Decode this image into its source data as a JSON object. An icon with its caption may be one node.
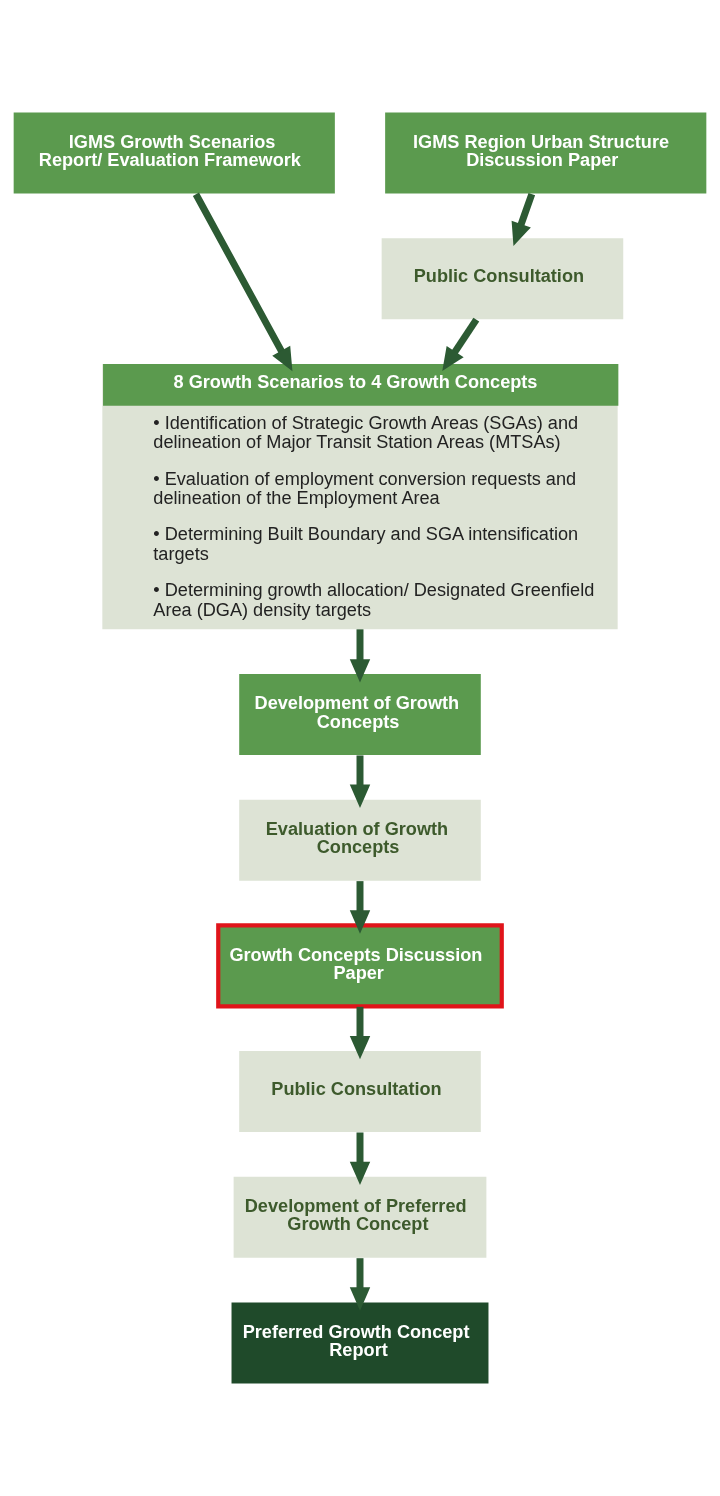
{
  "diagram": {
    "nodes": [
      {
        "text": [
          "IGMS Growth Scenarios Report/ Evaluation Framework"
        ]
      },
      {
        "text": [
          "IGMS Region Urban Structure Discussion Paper"
        ]
      },
      {
        "text": [
          "Public Consultation"
        ]
      },
      {
        "text": [
          "8 Growth Scenarios to 4 Growth Concepts",
          "• Identification of Strategic Growth Areas (SGAs) and delineation of Major Transit Station Areas (MTSAs)",
          "• Evaluation of employment conversion requests and delineation of the Employment Area",
          "• Determining Built Boundary and SGA intensification targets",
          "• Determining growth allocation/ Designated Greenfield Area (DGA) density targets"
        ]
      },
      {
        "text": [
          "Development of Growth Concepts"
        ]
      },
      {
        "text": [
          "Evaluation of Growth Concepts"
        ]
      },
      {
        "text": [
          "Growth Concepts Discussion Paper"
        ]
      },
      {
        "text": [
          "Public Consultation"
        ]
      },
      {
        "text": [
          "Development of Preferred Growth Concept"
        ]
      },
      {
        "text": [
          "Preferred Growth Concept Report"
        ]
      }
    ],
    "edges": [
      {
        "from": 0,
        "to": 3,
        "arrow": "to"
      },
      {
        "from": 1,
        "to": 2,
        "arrow": "to"
      },
      {
        "from": 2,
        "to": 3,
        "arrow": "to"
      },
      {
        "from": 3,
        "to": 4,
        "arrow": "to"
      },
      {
        "from": 4,
        "to": 5,
        "arrow": "to"
      },
      {
        "from": 5,
        "to": 6,
        "arrow": "to"
      },
      {
        "from": 6,
        "to": 7,
        "arrow": "to"
      },
      {
        "from": 7,
        "to": 8,
        "arrow": "to"
      },
      {
        "from": 8,
        "to": 9,
        "arrow": "to"
      }
    ]
  }
}
